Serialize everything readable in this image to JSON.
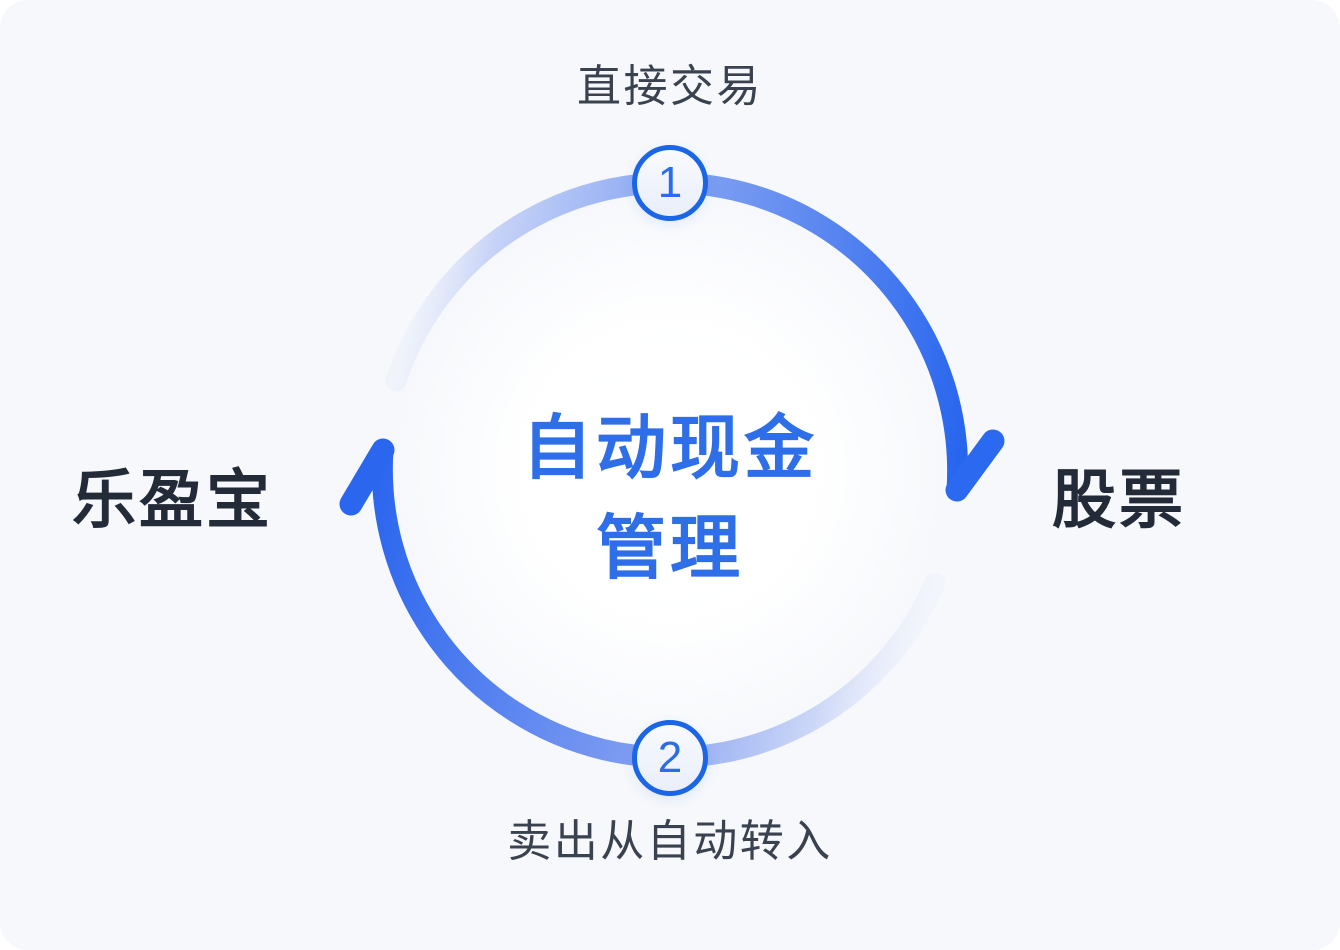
{
  "card": {
    "background_color": "#f6f8fb",
    "corner_radius": "28px"
  },
  "colors": {
    "accent_blue": "#2a6cf0",
    "arc_gradient_light": "#ccd7f7",
    "badge_border_blue": "#1a66e6",
    "badge_number_blue": "#2a6de6",
    "center_title_blue": "#2e6ee8",
    "node_label_dark": "#232b38",
    "caption_dark": "#3a4250"
  },
  "cycle_diagram": {
    "center_title_line1": "自动现金",
    "center_title_line2": "管理",
    "top_caption": "直接交易",
    "bottom_caption": "卖出从自动转入",
    "left_node_label": "乐盈宝",
    "right_node_label": "股票",
    "step1_badge": "1",
    "step2_badge": "2",
    "flow_direction": "clockwise"
  }
}
